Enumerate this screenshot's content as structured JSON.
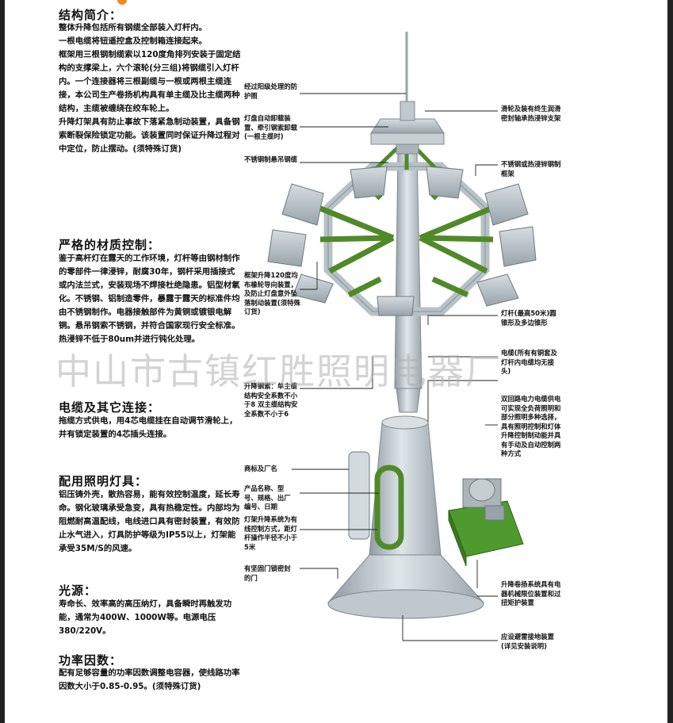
{
  "sections": [
    {
      "title": "结构简介：",
      "paragraphs": [
        "整体升降包括所有钢缆全部装入灯杆内。",
        "一根电缆将钮遥控盒及控制箱连接起来。",
        "框架用三根钢制缆索以120度角排列安装于固定结构的支撑梁上，六个滚轮(分三组)将钢缆引入灯杆内。一个连接器将三根副缆与一根或两根主缆连接，本公司生产卷扬机构具有单主缆及比主缆两种结构，主缆被缠绕在绞车轮上。",
        "升降灯架具有防止事故下落紧急制动装置，具备钢索断裂保险锁定功能。该装置同时保证升降过程对中定位，防止摆动。(须特殊订货)"
      ]
    },
    {
      "title": "严格的材质控制：",
      "paragraphs": [
        "鉴于高杆灯在露天的工作环境，灯杆等由钢材制作的零部件一律浸锌，耐腐30年，钢杆采用插接式或内法兰式，安装现场不焊接杜绝隐患。铝型材氧化。不锈钢、铝制造零件，暴露于露天的标准件均由不锈钢制作。电器接触部件为黄铜或镀银电解铜。悬吊钢索不锈钢，并符合国家现行安全标准。热浸锌不低于80um并进行钝化处理。"
      ]
    },
    {
      "title": "电缆及其它连接：",
      "paragraphs": [
        "拖缆方式供电，用4芯电缆挂在自动调节滑轮上，并有锁定装置的4芯插头连接。"
      ]
    },
    {
      "title": "配用照明灯具：",
      "paragraphs": [
        "铝压铸外壳，散热容易，能有效控制温度，延长寿命。钢化玻璃承受急变，具有热稳定性。内部均为阻燃耐高温配线，电线进口具有密封装置，有效防止水气进入，灯具防护等级为IP55以上，灯架能承受35M/S的风速。"
      ]
    },
    {
      "title": "光源：",
      "paragraphs": [
        "寿命长、效率高的高压纳灯，具备瞬时再触发功能，通常为400W、1000W等。电源电压380/220V。"
      ]
    },
    {
      "title": "功率因数：",
      "paragraphs": [
        "配有足够容量的功率因数调整电容器，使线路功率因数大小于0.85-0.95。(须特殊订货)"
      ]
    }
  ],
  "labels": {
    "l1": "经过阳级处理的防护照",
    "l2": "灯盘自动卸载装置、牵引钢索卸载(一根主缆时)",
    "l3": "不锈钢制悬吊钢缆",
    "l4": "框架升降120度均布橡轮导向装置，及防止灯盘意外坠落制动装置(须特殊订货)",
    "l5": "升降钢索：单主缆结构安全系数不小于8 双主缆结构安全系数不小于6",
    "l6": "商标及厂名",
    "l7": "产品名称、型号、规格、出厂编号、日期",
    "l8": "灯架升降系统为有线控制方式，距灯杆操作半径不小于5米",
    "l9": "有坚固门锁密封的门",
    "r1": "滑轮及装有终生润滑密封轴承热浸锌支架",
    "r2": "不锈钢或热浸锌钢制框架",
    "r3": "灯杆(最高50米)圆锥形及多边锥形",
    "r4": "电缆(所有有铜套及灯杆内电缆均无接头)",
    "r5": "双回路电力电缆供电可实现全负荷照明和部分照明多种选择，具有照明控制和灯体升降控制制动能并具有手动及自动控制两种方式",
    "r6": "升降卷扬系统具有电器机械限位装置和过扭矩护装置",
    "r7": "应设避雷接地装置(详见安装说明)"
  },
  "watermark": "中山市古镇红胜照明电器厂",
  "colors": {
    "accent": "#f08a1c",
    "frame_green": "#4f8a28",
    "steel": "#b8c3c9"
  }
}
